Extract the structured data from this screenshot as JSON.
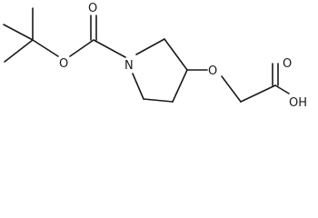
{
  "molecule": {
    "atoms": {
      "carbonyl_oxygen": "O",
      "ester_oxygen": "O",
      "ring_nitrogen": "N",
      "ether_oxygen": "O",
      "acid_carbonyl_oxygen": "O",
      "acid_hydroxyl": "OH"
    }
  }
}
